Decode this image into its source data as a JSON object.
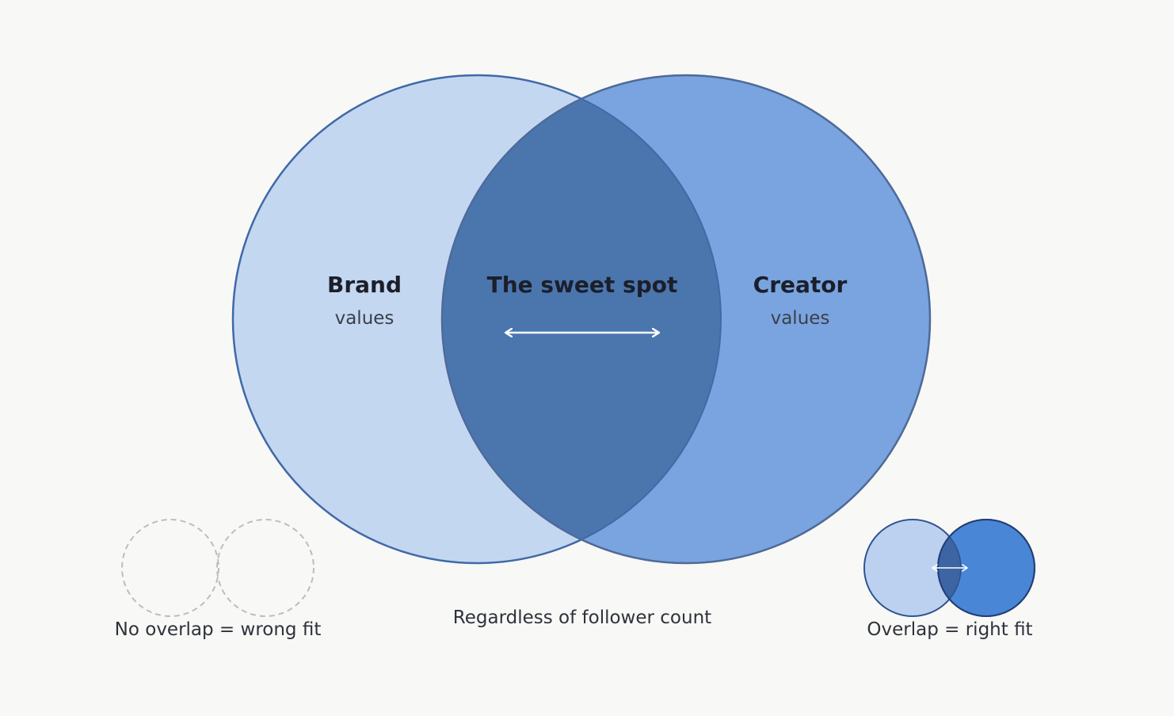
{
  "venn": {
    "left": {
      "title": "Brand",
      "subtitle": "values"
    },
    "right": {
      "title": "Creator",
      "subtitle": "values"
    },
    "overlap": {
      "title": "The sweet spot"
    },
    "footer": "Regardless of follower count"
  },
  "legend": {
    "no_overlap": "No overlap = wrong fit",
    "overlap": "Overlap = right fit"
  },
  "colors": {
    "background": "#f8f8f6",
    "brand_fill": "#c4d7f1",
    "creator_fill": "#7aa4df",
    "overlap_fill": "#4b75ad",
    "outline": "#4a6ea8",
    "dashed": "#bdbdbd",
    "small_right_fill": "#4a86d6"
  }
}
